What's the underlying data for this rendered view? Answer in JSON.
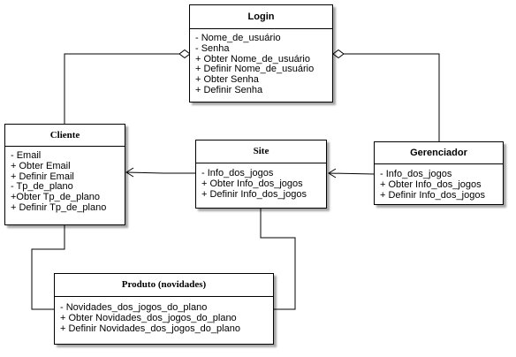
{
  "classes": {
    "login": {
      "name": "Login",
      "members": [
        "- Nome_de_usuário",
        "- Senha",
        "+ Obter Nome_de_usuário",
        "+ Definir Nome_de_usuário",
        "+ Obter Senha",
        "+ Definir Senha"
      ]
    },
    "cliente": {
      "name": "Cliente",
      "members": [
        "- Email",
        "+ Obter Email",
        "+ Definir Email",
        "- Tp_de_plano",
        "+Obter Tp_de_plano",
        "+ Definir Tp_de_plano"
      ]
    },
    "site": {
      "name": "Site",
      "members": [
        "- Info_dos_jogos",
        "+ Obter Info_dos_jogos",
        "+ Definir Info_dos_jogos"
      ]
    },
    "gerenciador": {
      "name": "Gerenciador",
      "members": [
        "- Info_dos_jogos",
        "+ Obter Info_dos_jogos",
        "+ Definir Info_dos_jogos"
      ]
    },
    "produto": {
      "name": "Produto (novidades)",
      "members": [
        "- Novidades_dos_jogos_do_plano",
        "+ Obter Novidades_dos_jogos_do_plano",
        "+ Definir Novidades_dos_jogos_do_plano"
      ]
    }
  }
}
